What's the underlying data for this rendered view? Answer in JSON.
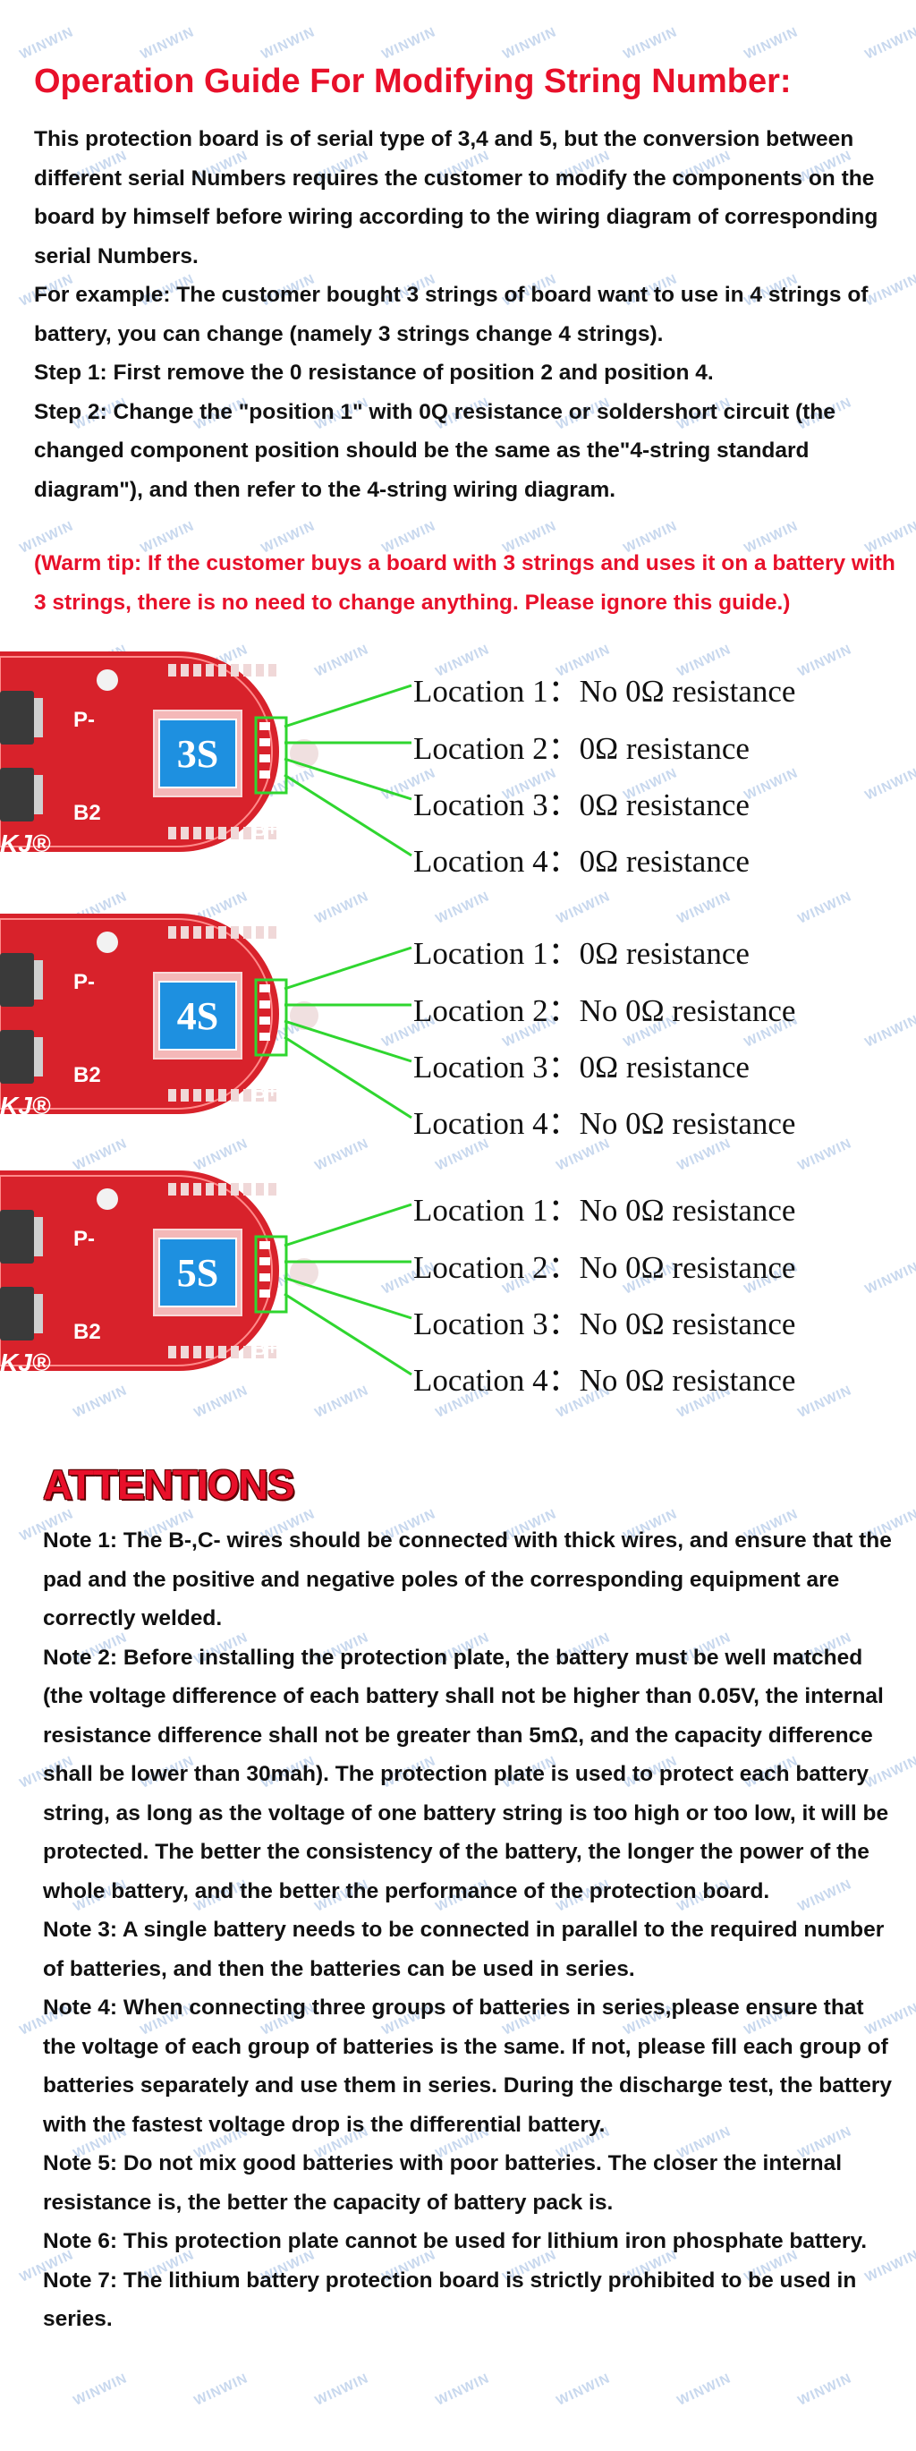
{
  "title": "Operation Guide For Modifying String Number:",
  "intro": [
    "This protection board is of serial type of 3,4 and 5, but the conversion between different serial Numbers requires the customer to modify the components on the board by himself before wiring according to the wiring diagram of corresponding serial Numbers.",
    "For example: The customer bought 3 strings of board want to use in 4 strings of battery, you can change (namely 3 strings change 4 strings).",
    "Step 1: First remove the 0 resistance of position 2 and position 4.",
    "Step 2: Change the \"position 1\" with 0Q resistance or soldershort circuit (the changed component position should be the same as the\"4-string standard diagram\"), and then refer to the 4-string wiring diagram."
  ],
  "tip": "(Warm tip: If the customer buys a board with 3 strings and uses it on a battery with 3 strings, there is no need to change anything. Please ignore this guide.)",
  "board_labels": {
    "p_minus": "P-",
    "b2": "B2",
    "b_plus": "B+",
    "p_plus": "P+",
    "brand": "KJ®"
  },
  "boards": [
    {
      "badge": "3S",
      "locations": [
        "Location 1：No 0Ω resistance",
        "Location 2：0Ω resistance",
        "Location 3：0Ω resistance",
        "Location 4：0Ω resistance"
      ]
    },
    {
      "badge": "4S",
      "locations": [
        "Location 1：0Ω resistance",
        "Location 2：No 0Ω resistance",
        "Location 3：0Ω resistance",
        "Location 4：No 0Ω resistance"
      ]
    },
    {
      "badge": "5S",
      "locations": [
        "Location 1：No 0Ω resistance",
        "Location 2：No 0Ω resistance",
        "Location 3：No 0Ω resistance",
        "Location 4：No 0Ω resistance"
      ]
    }
  ],
  "attentions_title": "ATTENTIONS",
  "notes": [
    "Note 1: The B-,C- wires should be connected with thick wires, and ensure that the pad and the positive and negative poles of the corresponding equipment are correctly welded.",
    "Note 2: Before installing the protection plate, the battery must be well matched (the voltage difference of each battery shall not be higher than 0.05V, the internal resistance difference shall not be greater than 5mΩ, and the capacity difference shall be lower than 30mah). The protection plate is used to protect each battery string, as long as the voltage of one battery string is too high or too low, it will be protected. The better the consistency of the battery, the longer the power of the whole battery, and the better the performance of the protection board.",
    "Note 3: A single battery needs to be connected in parallel to the required number of batteries, and then the batteries can be used in series.",
    "Note 4: When connecting three groups of batteries in series,please ensure that the voltage of each group of batteries is the same. If not, please fill each group of batteries separately and use them in series. During the discharge test, the battery with the fastest voltage drop is the differential battery.",
    "Note 5: Do not mix good batteries with poor batteries. The closer the internal resistance is, the better the capacity of battery pack is.",
    "Note 6: This protection plate cannot be used for lithium iron phosphate battery.",
    "Note 7: The lithium battery protection board is strictly prohibited to be used in series."
  ],
  "watermark": "WINWIN",
  "colors": {
    "red_text": "#e8102a",
    "board_red": "#d8222b",
    "badge_blue": "#1e90e0",
    "wire_green": "#2fd62f"
  }
}
